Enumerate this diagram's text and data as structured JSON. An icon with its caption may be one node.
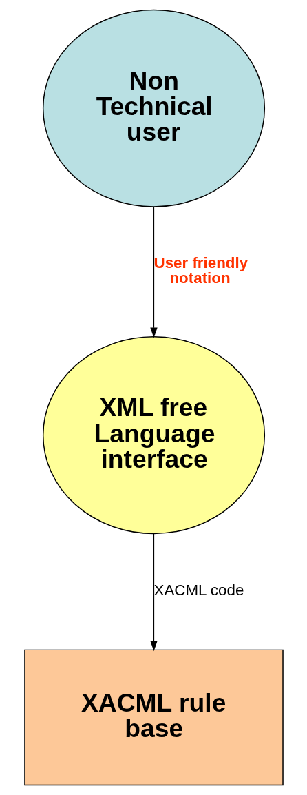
{
  "diagram": {
    "nodes": [
      {
        "text": [
          "Non Technical user"
        ]
      },
      {
        "text": [
          "XML free Language interface"
        ]
      },
      {
        "text": [
          "XACML rule base"
        ]
      }
    ],
    "edges": [
      {
        "from": 0,
        "to": 1,
        "arrow": "to",
        "label": "User friendly notation"
      },
      {
        "from": 1,
        "to": 2,
        "arrow": "to",
        "label": "XACML code"
      }
    ]
  }
}
